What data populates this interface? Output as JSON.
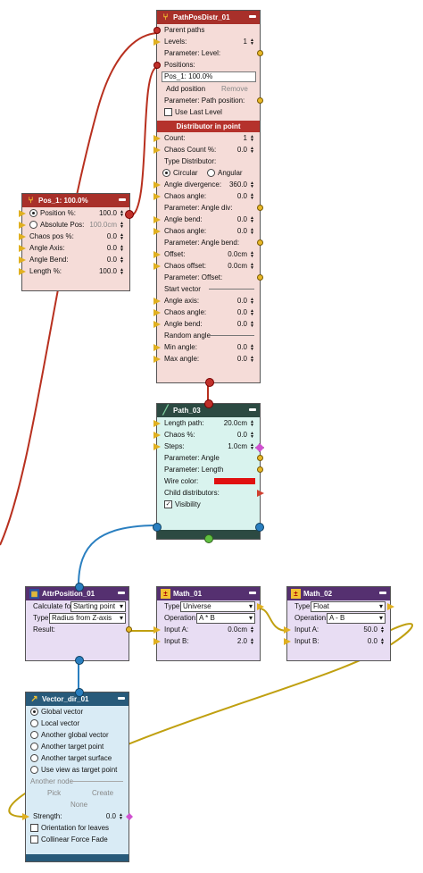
{
  "path_pos_distr": {
    "title": "PathPosDistr_01",
    "parent_paths": "Parent paths",
    "levels_label": "Levels:",
    "levels_value": "1",
    "param_level": "Parameter: Level:",
    "positions_label": "Positions:",
    "positions_item": "Pos_1: 100.0%",
    "add_position": "Add position",
    "remove": "Remove",
    "param_path_position": "Parameter: Path position:",
    "use_last_level": "Use Last Level"
  },
  "distributor": {
    "title": "Distributor in point",
    "count_label": "Count:",
    "count_value": "1",
    "chaos_count_label": "Chaos Count %:",
    "chaos_count_value": "0.0",
    "type_distributor": "Type Distributor:",
    "circular": "Circular",
    "angular": "Angular",
    "angle_divergence_label": "Angle divergence:",
    "angle_divergence_value": "360.0",
    "chaos_angle_label": "Chaos angle:",
    "chaos_angle_value": "0.0",
    "param_angle_div": "Parameter: Angle div:",
    "angle_bend_label": "Angle bend:",
    "angle_bend_value": "0.0",
    "chaos_angle2_label": "Chaos angle:",
    "chaos_angle2_value": "0.0",
    "param_angle_bend": "Parameter: Angle bend:",
    "offset_label": "Offset:",
    "offset_value": "0.0cm",
    "chaos_offset_label": "Chaos offset:",
    "chaos_offset_value": "0.0cm",
    "param_offset": "Parameter: Offset:",
    "start_vector": "Start vector",
    "angle_axis_label": "Angle axis:",
    "angle_axis_value": "0.0",
    "chaos_angle3_label": "Chaos angle:",
    "chaos_angle3_value": "0.0",
    "angle_bend2_label": "Angle bend:",
    "angle_bend2_value": "0.0",
    "random_angle": "Random angle",
    "min_angle_label": "Min angle:",
    "min_angle_value": "0.0",
    "max_angle_label": "Max angle:",
    "max_angle_value": "0.0"
  },
  "pos_1": {
    "title": "Pos_1: 100.0%",
    "position_label": "Position %:",
    "position_value": "100.0",
    "absolute_pos_label": "Absolute Pos:",
    "absolute_pos_value": "100.0cm",
    "chaos_pos_label": "Chaos pos %:",
    "chaos_pos_value": "0.0",
    "angle_axis_label": "Angle Axis:",
    "angle_axis_value": "0.0",
    "angle_bend_label": "Angle Bend:",
    "angle_bend_value": "0.0",
    "length_label": "Length %:",
    "length_value": "100.0"
  },
  "path_03": {
    "title": "Path_03",
    "length_path_label": "Length path:",
    "length_path_value": "20.0cm",
    "chaos_label": "Chaos %:",
    "chaos_value": "0.0",
    "steps_label": "Steps:",
    "steps_value": "1.0cm",
    "param_angle": "Parameter: Angle",
    "param_length": "Parameter: Length",
    "wire_color_label": "Wire color:",
    "wire_color": "#e01010",
    "child_distributors": "Child distributors:",
    "visibility": "Visibility"
  },
  "attr_position": {
    "title": "AttrPosition_01",
    "calc_for_label": "Calculate for:",
    "calc_for_value": "Starting point",
    "type_label": "Type:",
    "type_value": "Radius from Z-axis",
    "result_label": "Result:"
  },
  "math_01": {
    "title": "Math_01",
    "type_label": "Type:",
    "type_value": "Universe",
    "operation_label": "Operation:",
    "operation_value": "A * B",
    "input_a_label": "Input A:",
    "input_a_value": "0.0cm",
    "input_b_label": "Input B:",
    "input_b_value": "2.0"
  },
  "math_02": {
    "title": "Math_02",
    "type_label": "Type:",
    "type_value": "Float",
    "operation_label": "Operation:",
    "operation_value": "A - B",
    "input_a_label": "Input A:",
    "input_a_value": "50.0",
    "input_b_label": "Input B:",
    "input_b_value": "0.0"
  },
  "vector_dir": {
    "title": "Vector_dir_01",
    "options": [
      "Global vector",
      "Local vector",
      "Another global vector",
      "Another target point",
      "Another target surface",
      "Use view as target point"
    ],
    "another_node": "Another node",
    "pick": "Pick",
    "create": "Create",
    "none": "None",
    "strength_label": "Strength:",
    "strength_value": "0.0",
    "orientation_leaves": "Orientation for leaves",
    "collinear_force_fade": "Collinear Force Fade"
  },
  "colors": {
    "red_node": "#a8302a",
    "teal_node": "#2c4a42",
    "purple_node": "#553070",
    "blue_node": "#285a7a",
    "wire_red": "#b8301f",
    "wire_blue": "#2a7fc0",
    "wire_yellow": "#c0a010"
  }
}
